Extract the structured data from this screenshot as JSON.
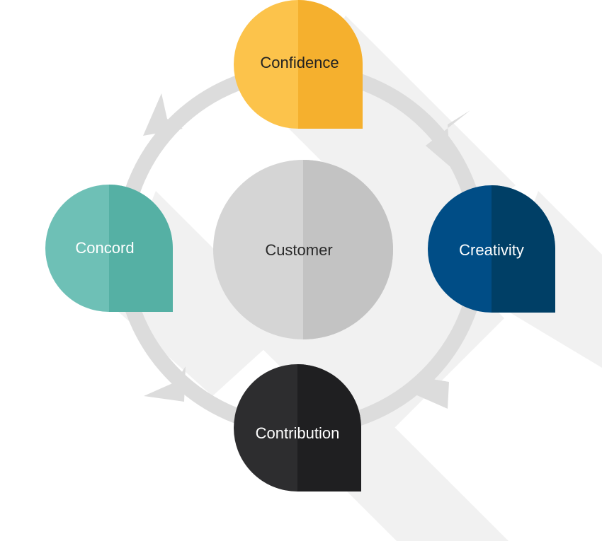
{
  "diagram": {
    "center": {
      "label": "Customer",
      "colors": {
        "light": "#d5d5d5",
        "dark": "#c3c3c3",
        "text": "#2a2a2a"
      }
    },
    "nodes": [
      {
        "id": "confidence",
        "label": "Confidence",
        "colors": {
          "light": "#fcc34b",
          "dark": "#f5b02e",
          "text": "#222222"
        }
      },
      {
        "id": "creativity",
        "label": "Creativity",
        "colors": {
          "light": "#004d86",
          "dark": "#003f66",
          "text": "#ffffff"
        }
      },
      {
        "id": "contribution",
        "label": "Contribution",
        "colors": {
          "light": "#2d2d2f",
          "dark": "#1f1f21",
          "text": "#ffffff"
        }
      },
      {
        "id": "concord",
        "label": "Concord",
        "colors": {
          "light": "#6ec0b6",
          "dark": "#55b0a4",
          "text": "#ffffff"
        }
      }
    ],
    "ring": {
      "color": "#dcdcdc",
      "direction": "clockwise"
    },
    "shadow_color": "#f1f1f1"
  }
}
